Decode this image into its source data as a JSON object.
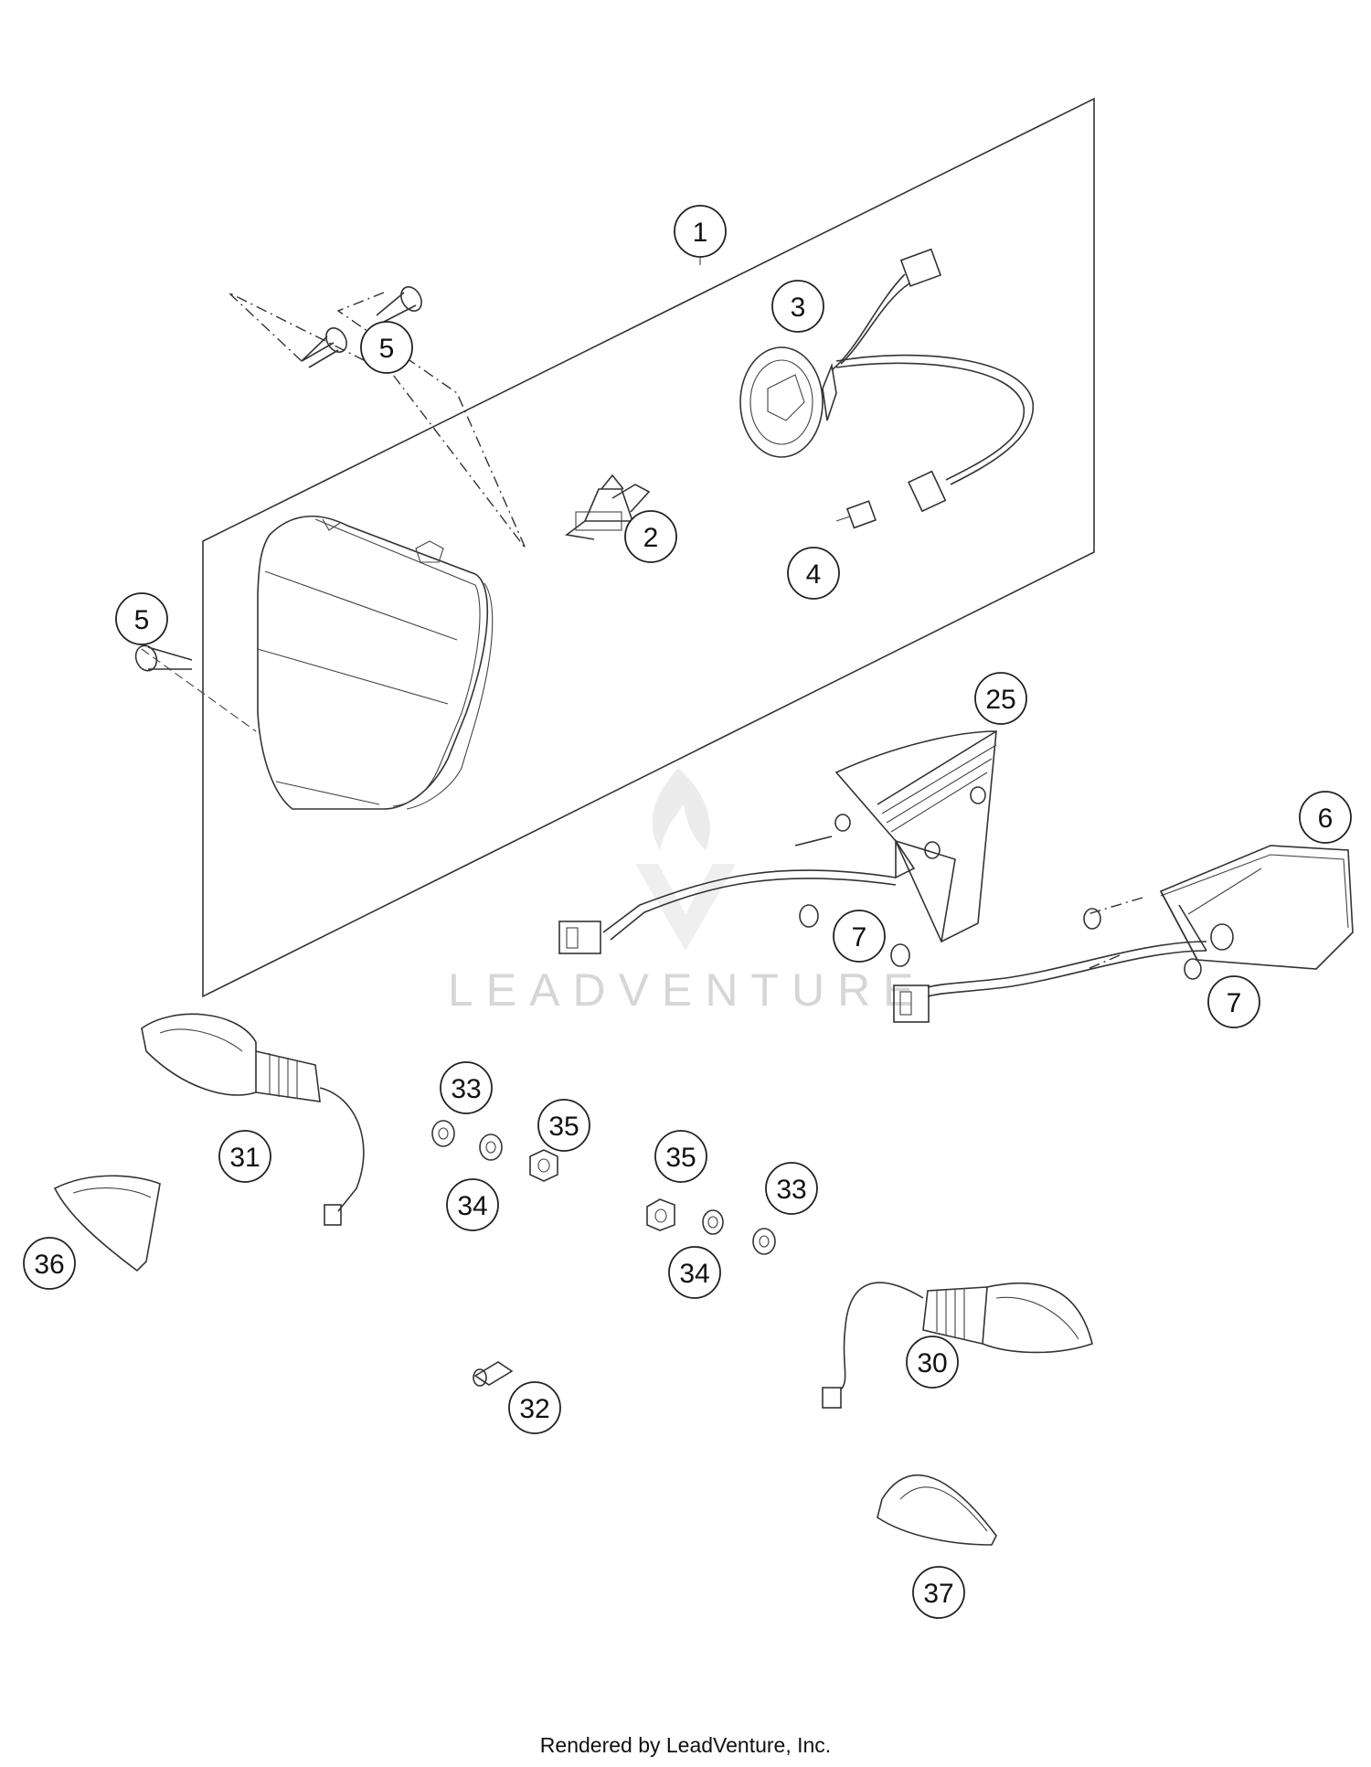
{
  "callouts": [
    {
      "id": "c1",
      "label": "1"
    },
    {
      "id": "c2",
      "label": "2"
    },
    {
      "id": "c3",
      "label": "3"
    },
    {
      "id": "c4",
      "label": "4"
    },
    {
      "id": "c5a",
      "label": "5"
    },
    {
      "id": "c5b",
      "label": "5"
    },
    {
      "id": "c25",
      "label": "25"
    },
    {
      "id": "c6",
      "label": "6"
    },
    {
      "id": "c7a",
      "label": "7"
    },
    {
      "id": "c7b",
      "label": "7"
    },
    {
      "id": "c31",
      "label": "31"
    },
    {
      "id": "c33a",
      "label": "33"
    },
    {
      "id": "c35a",
      "label": "35"
    },
    {
      "id": "c34a",
      "label": "34"
    },
    {
      "id": "c35b",
      "label": "35"
    },
    {
      "id": "c33b",
      "label": "33"
    },
    {
      "id": "c34b",
      "label": "34"
    },
    {
      "id": "c36",
      "label": "36"
    },
    {
      "id": "c30",
      "label": "30"
    },
    {
      "id": "c32",
      "label": "32"
    },
    {
      "id": "c37",
      "label": "37"
    }
  ],
  "watermark": "LEADVENTURE",
  "footer": "Rendered by LeadVenture, Inc."
}
